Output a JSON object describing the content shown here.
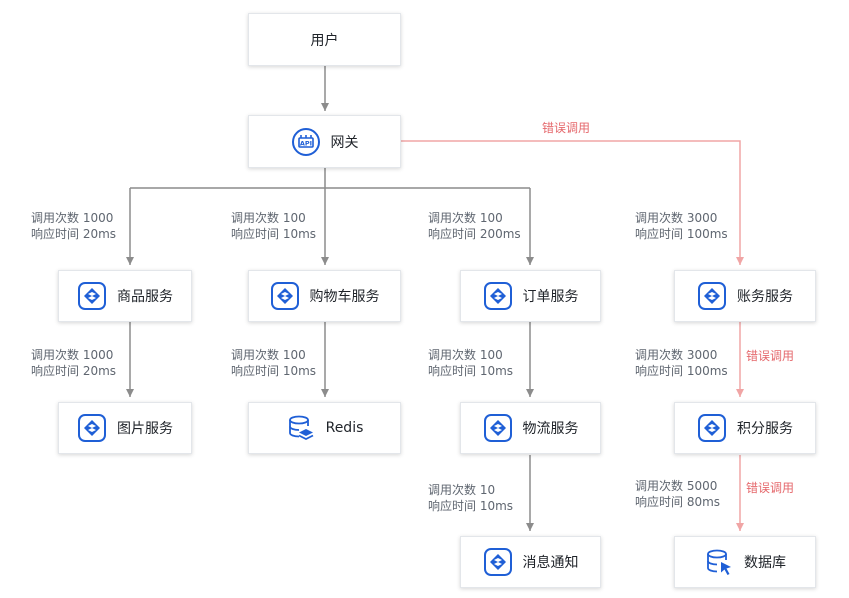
{
  "colors": {
    "normal_edge": "#8c8c8c",
    "error_edge": "#f0a5a5",
    "error_text": "#e5686c",
    "icon_blue": "#1f5fd6"
  },
  "nodes": {
    "user": {
      "label": "用户",
      "icon": "none"
    },
    "gateway": {
      "label": "网关",
      "icon": "api-gateway-icon"
    },
    "product": {
      "label": "商品服务",
      "icon": "service-icon"
    },
    "cart": {
      "label": "购物车服务",
      "icon": "service-icon"
    },
    "order": {
      "label": "订单服务",
      "icon": "service-icon"
    },
    "account": {
      "label": "账务服务",
      "icon": "service-icon"
    },
    "image": {
      "label": "图片服务",
      "icon": "service-icon"
    },
    "redis": {
      "label": "Redis",
      "icon": "database-stack-icon"
    },
    "logistics": {
      "label": "物流服务",
      "icon": "service-icon"
    },
    "points": {
      "label": "积分服务",
      "icon": "service-icon"
    },
    "message": {
      "label": "消息通知",
      "icon": "service-icon"
    },
    "database": {
      "label": "数据库",
      "icon": "database-cursor-icon"
    }
  },
  "edges": {
    "gateway_product": {
      "calls": "调用次数 1000",
      "latency": "响应时间 20ms"
    },
    "gateway_cart": {
      "calls": "调用次数 100",
      "latency": "响应时间 10ms"
    },
    "gateway_order": {
      "calls": "调用次数 100",
      "latency": "响应时间 200ms"
    },
    "gateway_account": {
      "calls": "调用次数 3000",
      "latency": "响应时间 100ms",
      "error_label": "错误调用"
    },
    "product_image": {
      "calls": "调用次数 1000",
      "latency": "响应时间 20ms"
    },
    "cart_redis": {
      "calls": "调用次数 100",
      "latency": "响应时间 10ms"
    },
    "order_logistics": {
      "calls": "调用次数 100",
      "latency": "响应时间 10ms"
    },
    "account_points": {
      "calls": "调用次数 3000",
      "latency": "响应时间 100ms",
      "error_label": "错误调用"
    },
    "logistics_message": {
      "calls": "调用次数 10",
      "latency": "响应时间 10ms"
    },
    "points_database": {
      "calls": "调用次数 5000",
      "latency": "响应时间 80ms",
      "error_label": "错误调用"
    }
  }
}
